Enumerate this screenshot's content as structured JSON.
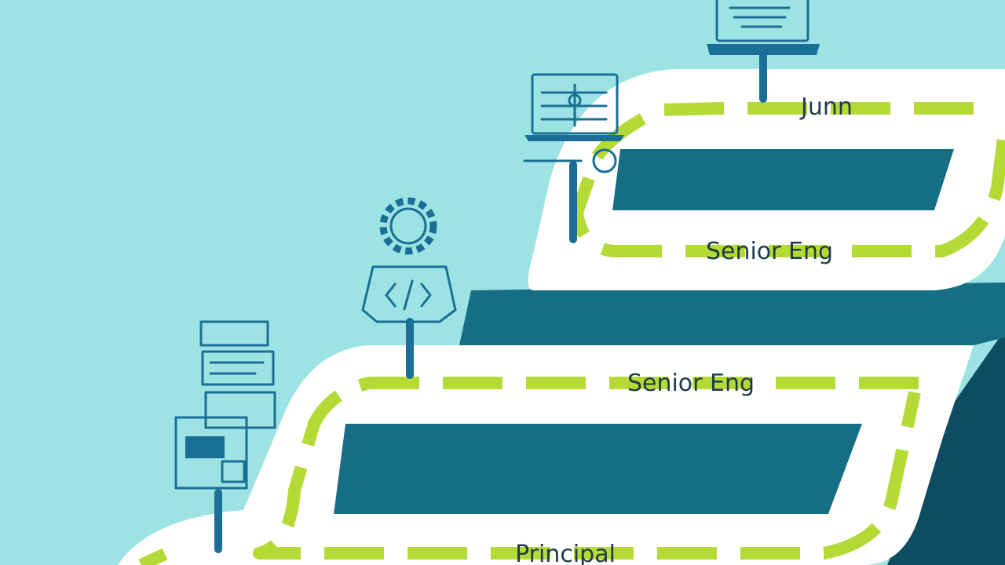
{
  "stages": [
    {
      "label": "Junn",
      "icon": "laptop-icon"
    },
    {
      "label": "Senior Eng",
      "icon": "code-laptop-icon"
    },
    {
      "label": "Senior Eng",
      "icon": "gear-code-badge-icon"
    },
    {
      "label": "Principal",
      "icon": "code-documents-icon"
    }
  ],
  "colors": {
    "background": "#9ee3e3",
    "path": "#ffffff",
    "step_face": "#156e83",
    "step_dark": "#0e4d61",
    "dash": "#b5d935",
    "icon": "#1a6f96",
    "text": "#1d3b49"
  }
}
